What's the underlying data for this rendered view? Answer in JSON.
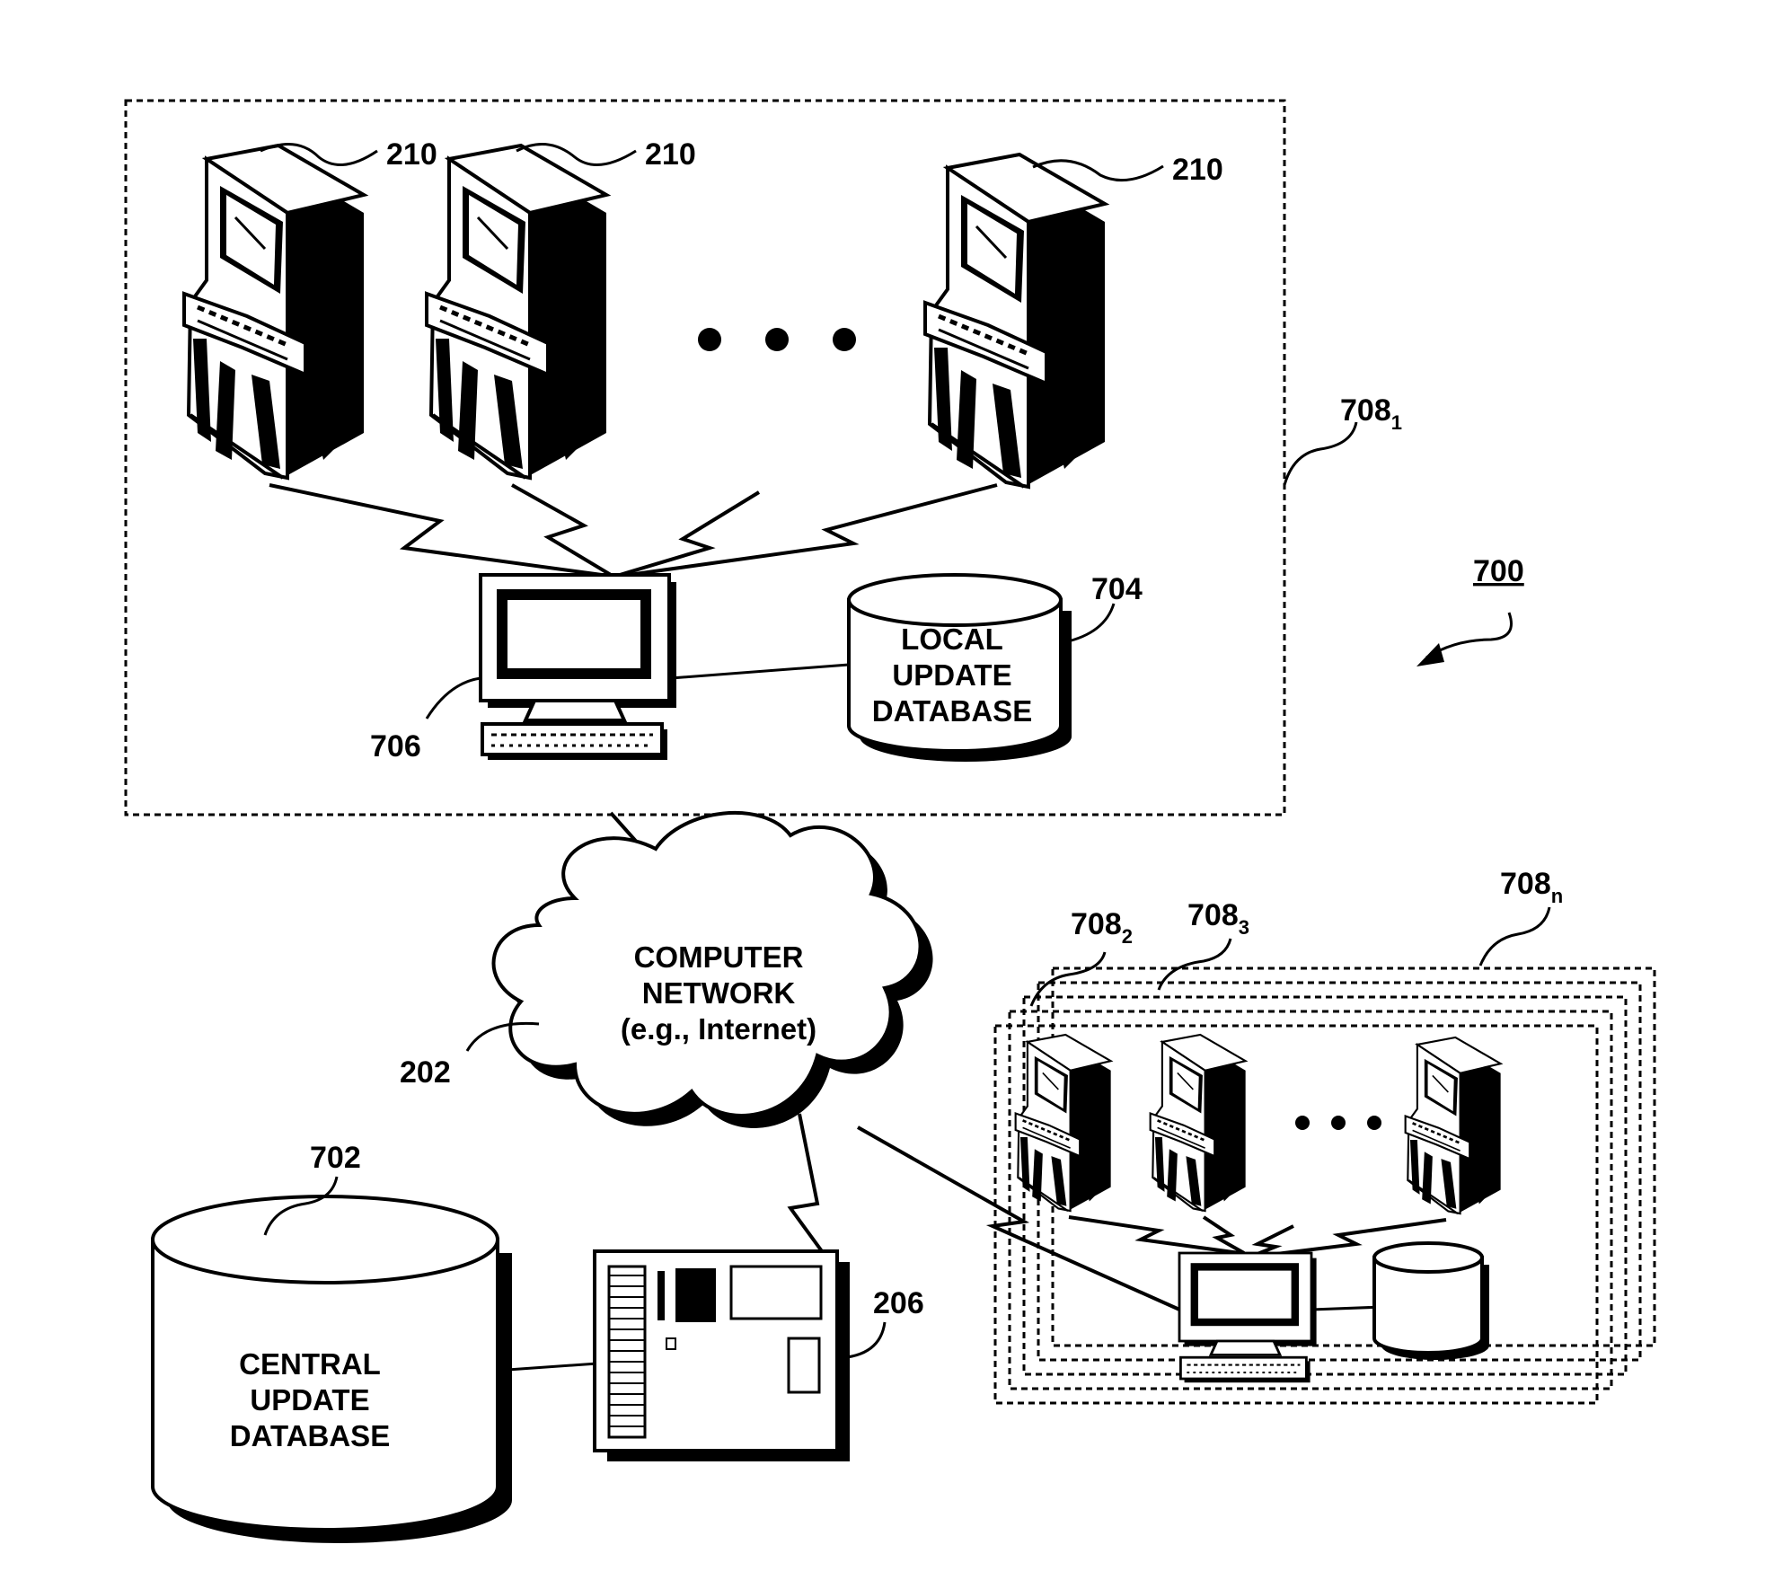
{
  "figure": {
    "system_ref": "700",
    "gaming_machine_ref": "210",
    "local_group": {
      "ref_main": "708",
      "ref_sub": "1"
    },
    "local_computer_ref": "706",
    "local_database": {
      "ref": "704",
      "line1": "LOCAL",
      "line2": "UPDATE",
      "line3": "DATABASE"
    },
    "network": {
      "ref": "202",
      "line1": "COMPUTER",
      "line2": "NETWORK",
      "line3": "(e.g., Internet)"
    },
    "central_database": {
      "ref": "702",
      "line1": "CENTRAL",
      "line2": "UPDATE",
      "line3": "DATABASE"
    },
    "server_ref": "206",
    "other_groups": [
      {
        "ref_main": "708",
        "ref_sub": "2"
      },
      {
        "ref_main": "708",
        "ref_sub": "3"
      },
      {
        "ref_main": "708",
        "ref_sub": "n"
      }
    ]
  },
  "colors": {
    "ink": "#000000",
    "paper": "#ffffff"
  }
}
